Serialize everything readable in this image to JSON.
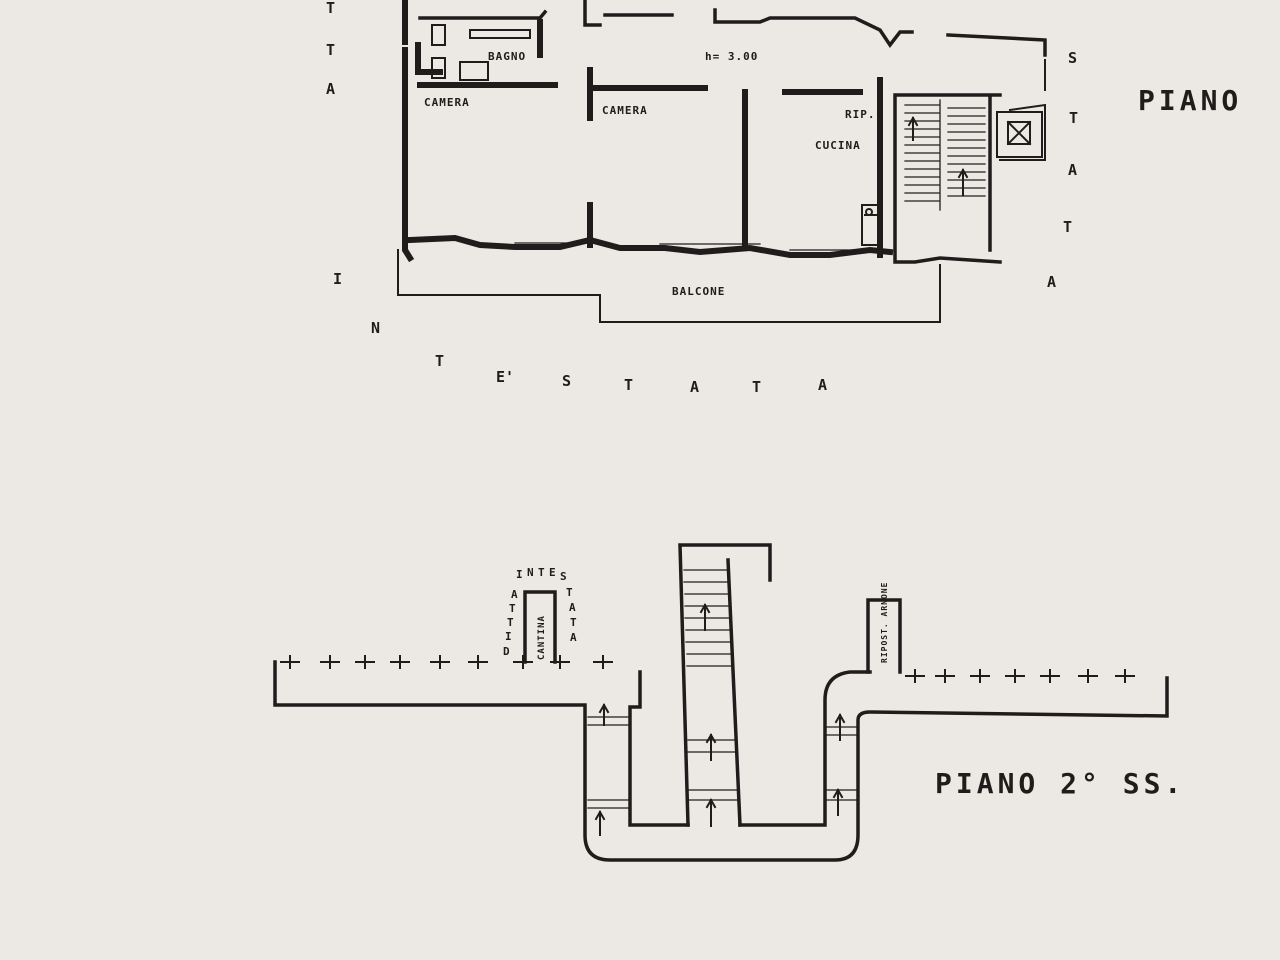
{
  "upper_floor": {
    "label": "PIANO",
    "rooms": {
      "bagno": "BAGNO",
      "camera_1": "CAMERA",
      "camera_2": "CAMERA",
      "cucina": "CUCINA",
      "rip": "RIP.",
      "balcone": "BALCONE"
    },
    "height": "h= 3.00",
    "surround_bottom": [
      "I",
      "N",
      "T",
      "E'",
      "S",
      "T",
      "A",
      "T",
      "A"
    ],
    "surround_right": [
      "S",
      "T",
      "A",
      "T",
      "A"
    ],
    "surround_left": [
      "T",
      "T",
      "A"
    ]
  },
  "lower_floor": {
    "label": "PIANO 2° SS.",
    "cantina": "CANTINA",
    "ditta_arc": [
      "D",
      "I",
      "T",
      "T",
      "A",
      "I",
      "N",
      "T",
      "E",
      "S",
      "T",
      "A",
      "T",
      "A"
    ],
    "ripost": "RIPOST. ARNONE"
  }
}
